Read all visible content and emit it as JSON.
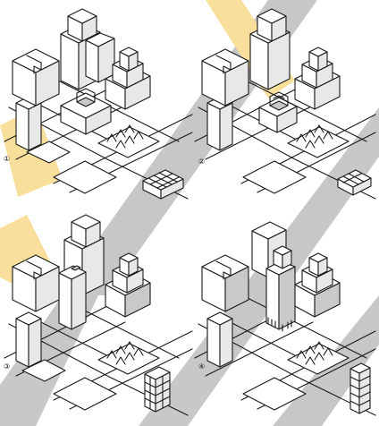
{
  "panels": [
    {
      "id": "p1",
      "label": "①"
    },
    {
      "id": "p2",
      "label": "②"
    },
    {
      "id": "p3",
      "label": "③"
    },
    {
      "id": "p4",
      "label": "④"
    }
  ],
  "colors": {
    "watermark_gray": "#8c8c8c",
    "watermark_yellow": "#f4c84c",
    "ink": "#1a1a1a",
    "shade_light": "#e8e8e8",
    "shade_dark": "#c9c9c9"
  }
}
